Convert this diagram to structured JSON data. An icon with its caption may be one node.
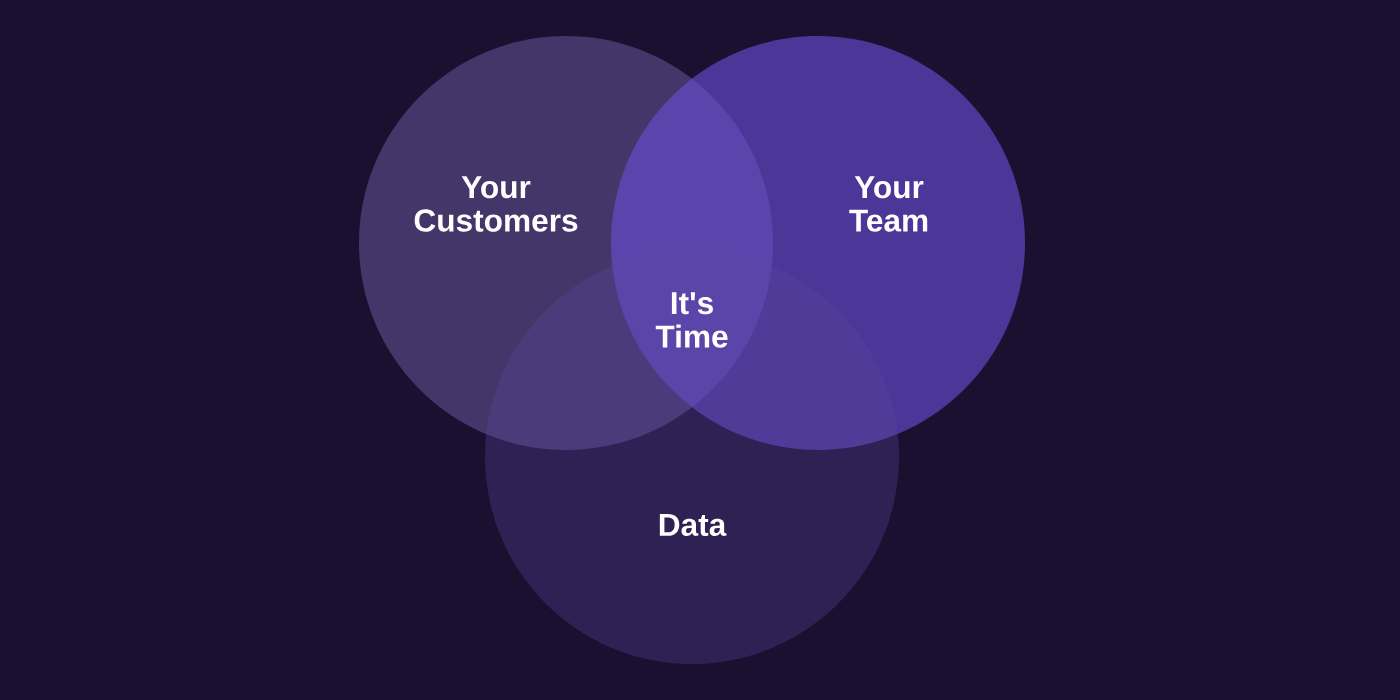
{
  "diagram": {
    "nodes": [
      {
        "text": [
          "Your Customers"
        ]
      },
      {
        "text": [
          "Your Team"
        ]
      },
      {
        "text": [
          "Data"
        ]
      }
    ],
    "labels": [
      "It's Time"
    ]
  }
}
